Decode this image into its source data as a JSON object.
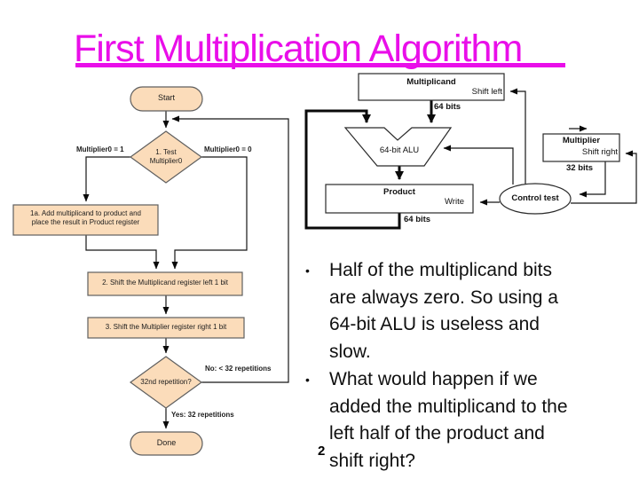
{
  "title": "First Multiplication Algorithm",
  "page_number": "2",
  "bullet_char": "•",
  "colors": {
    "title_accent": "#e90ee9",
    "flowchart_fill": "#fbdcba",
    "flowchart_border": "#5f5f5f",
    "line": "#161616",
    "background": "#ffffff"
  },
  "flowchart": {
    "start": "Start",
    "test_diamond": "1. Test\nMultiplier0",
    "branch_left": "Multiplier0 = 1",
    "branch_right": "Multiplier0 = 0",
    "step1a": "1a. Add multiplicand to product and\nplace the result in Product register",
    "step2": "2. Shift the Multiplicand register left 1 bit",
    "step3": "3. Shift the Multiplier register right 1 bit",
    "repeat_diamond": "32nd repetition?",
    "no_label": "No:  < 32 repetitions",
    "yes_label": "Yes:  32 repetitions",
    "done": "Done"
  },
  "datapath": {
    "multiplicand": "Multiplicand",
    "shift_left": "Shift left",
    "bits64_top": "64 bits",
    "alu": "64-bit ALU",
    "product": "Product",
    "write": "Write",
    "bits64_bottom": "64 bits",
    "control": "Control test",
    "multiplier": "Multiplier",
    "shift_right": "Shift right",
    "bits32": "32 bits"
  },
  "bullets": [
    {
      "text": "Half of the multiplicand bits\nare always zero. So using a\n64-bit ALU is useless and\nslow."
    },
    {
      "text": "What would happen if we\nadded the multiplicand to the\nleft half of the product and\nshift right?"
    }
  ]
}
